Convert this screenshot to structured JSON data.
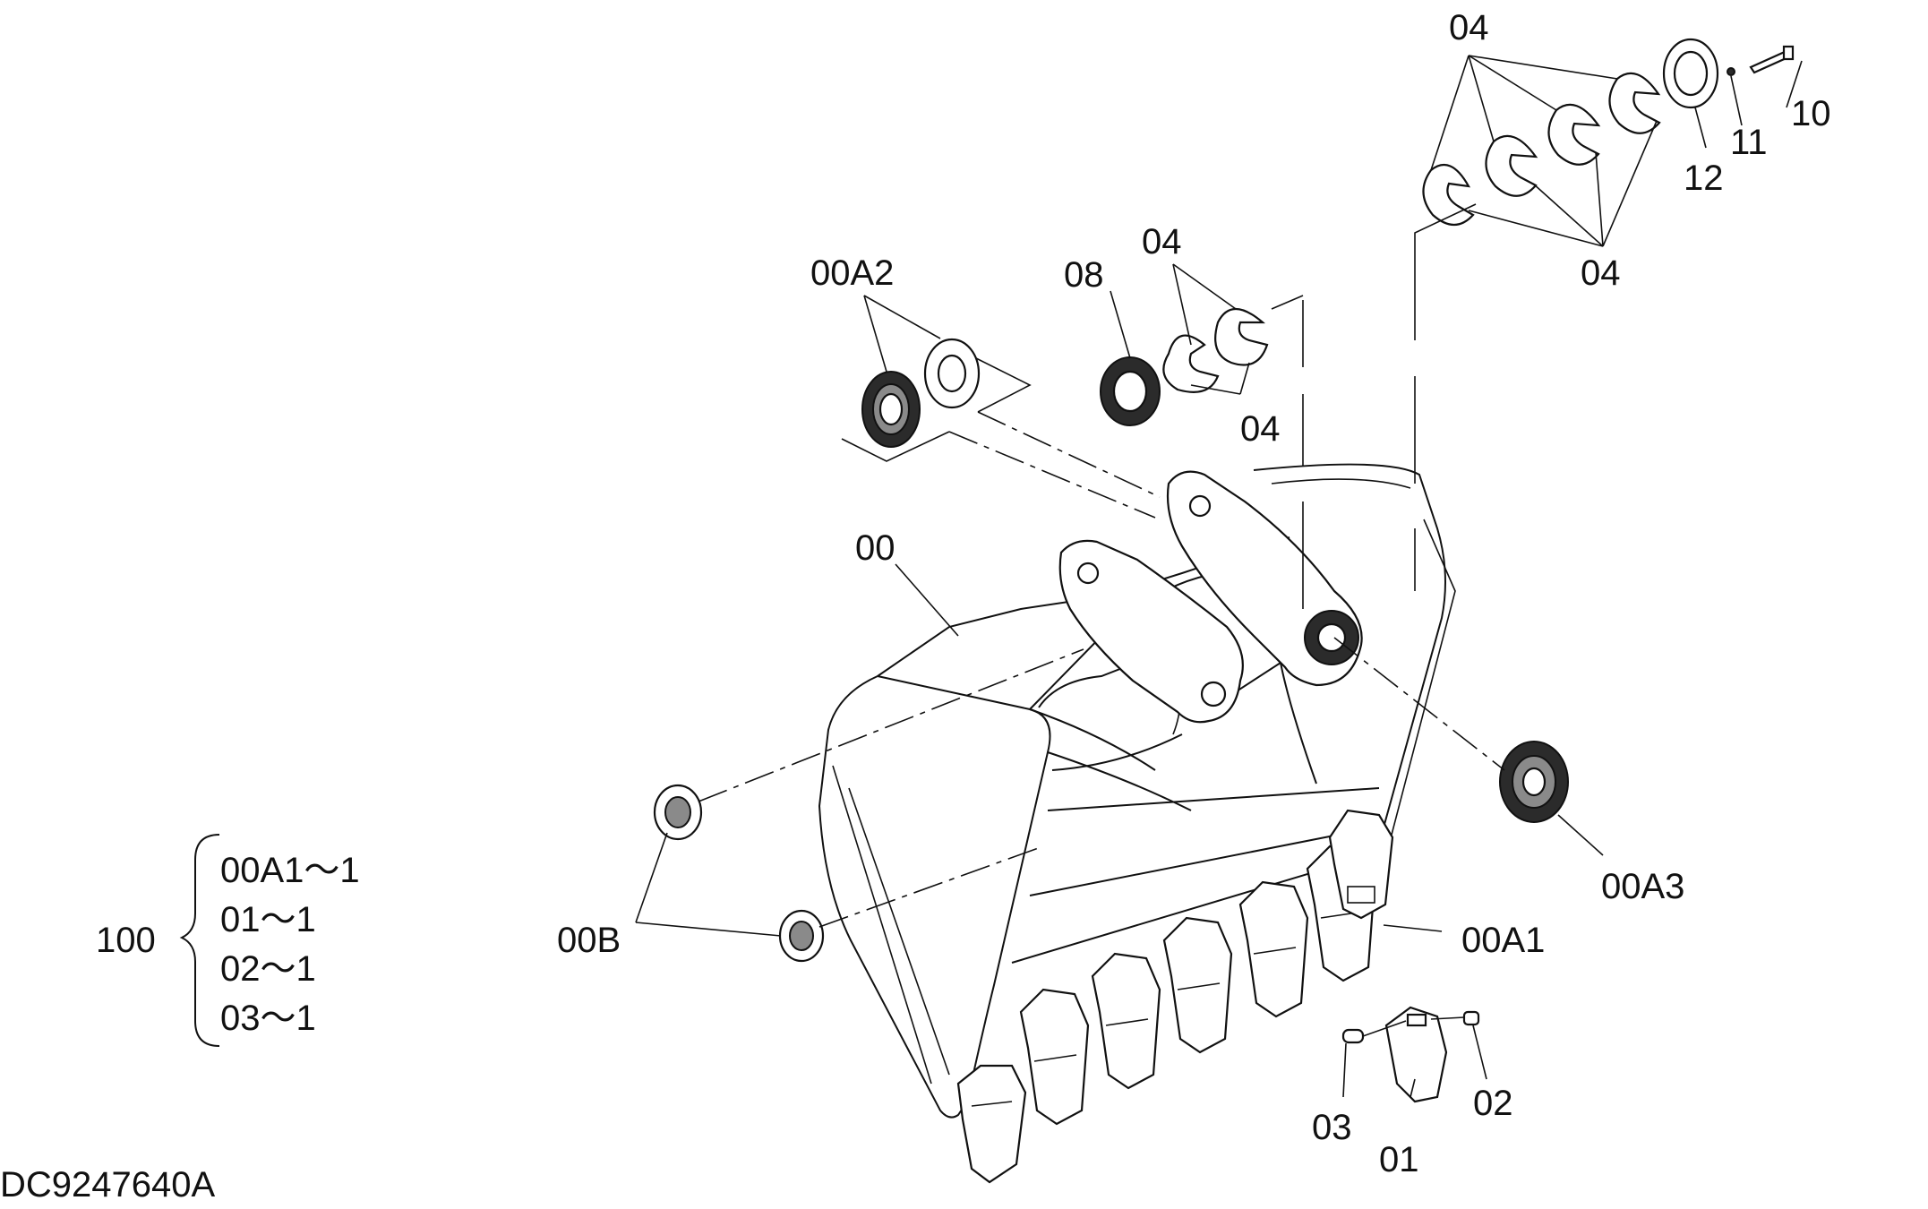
{
  "diagram": {
    "document_id": "DC9247640A",
    "callouts": {
      "c_04_top": "04",
      "c_04_mid": "04",
      "c_04_rt": "04",
      "c_04_low": "04",
      "c_10": "10",
      "c_11": "11",
      "c_12": "12",
      "c_08": "08",
      "c_00A2": "00A2",
      "c_00": "00",
      "c_00A3": "00A3",
      "c_00A1": "00A1",
      "c_00B": "00B",
      "c_01": "01",
      "c_02": "02",
      "c_03": "03"
    },
    "kit": {
      "number": "100",
      "items": [
        "00A1～1",
        "01～1",
        "02～1",
        "03～1"
      ]
    }
  }
}
